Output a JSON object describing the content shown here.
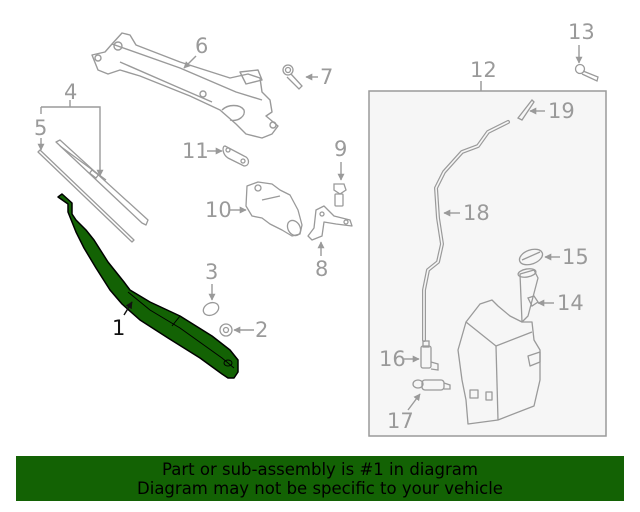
{
  "diagram": {
    "highlighted_part": "1",
    "colors": {
      "highlight_fill": "#136204",
      "highlight_stroke": "#000000",
      "line_gray": "#9a9a9a",
      "box_fill": "#f6f6f6",
      "box_stroke": "#9a9a9a",
      "banner_bg": "#136204",
      "banner_text": "#000000"
    },
    "callouts": [
      {
        "id": "1",
        "label": "1",
        "part": "wiper-arm",
        "highlighted": true
      },
      {
        "id": "2",
        "label": "2",
        "part": "nut"
      },
      {
        "id": "3",
        "label": "3",
        "part": "cap"
      },
      {
        "id": "4",
        "label": "4",
        "part": "wiper-blade-assembly"
      },
      {
        "id": "5",
        "label": "5",
        "part": "blade-refill"
      },
      {
        "id": "6",
        "label": "6",
        "part": "wiper-linkage"
      },
      {
        "id": "7",
        "label": "7",
        "part": "bolt"
      },
      {
        "id": "8",
        "label": "8",
        "part": "bracket"
      },
      {
        "id": "9",
        "label": "9",
        "part": "bolt"
      },
      {
        "id": "10",
        "label": "10",
        "part": "wiper-motor"
      },
      {
        "id": "11",
        "label": "11",
        "part": "link-plate"
      },
      {
        "id": "12",
        "label": "12",
        "part": "washer-reservoir-assembly"
      },
      {
        "id": "13",
        "label": "13",
        "part": "bolt"
      },
      {
        "id": "14",
        "label": "14",
        "part": "clip"
      },
      {
        "id": "15",
        "label": "15",
        "part": "reservoir-cap"
      },
      {
        "id": "16",
        "label": "16",
        "part": "washer-pump"
      },
      {
        "id": "17",
        "label": "17",
        "part": "level-sensor"
      },
      {
        "id": "18",
        "label": "18",
        "part": "washer-hose"
      },
      {
        "id": "19",
        "label": "19",
        "part": "connector"
      }
    ]
  },
  "banner": {
    "line1": "Part or sub-assembly is #1 in diagram",
    "line2": "Diagram may not be specific to your vehicle"
  }
}
